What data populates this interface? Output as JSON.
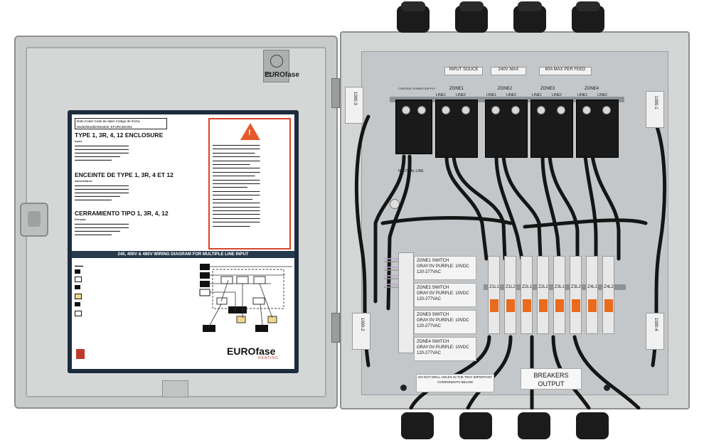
{
  "door": {
    "date_code": "Date Code/ Code de date/ Código de fecha:",
    "model": "Model/Modèle/Modelo: EFURCB24N4",
    "title_en": "TYPE 1, 3R, 4, 12 ENCLOSURE",
    "input_en": "Input:",
    "title_fr": "ENCEINTE DE TYPE 1, 3R, 4 ET 12",
    "input_fr": "Alimentation:",
    "title_es": "CERRAMIENTO TIPO 1, 3R, 4, 12",
    "input_es": "Entrada:",
    "wiring_banner": "240, 400V & 480V WIRING DIAGRAM FOR MULTIPLE LINE INPUT",
    "brand": "EUROfase",
    "brand_sub": "HEATING",
    "door_logo": "EUROfase"
  },
  "box": {
    "input_source": "INPUT SOUCE",
    "voltage_max": "240V MAX",
    "amps_max": "60A MAX PER FEED",
    "control_power": "CONTROL POWER SUPPLY",
    "zone1": "ZONE1",
    "zone2": "ZONE2",
    "zone3": "ZONE3",
    "zone4": "ZONE4",
    "line1": "LINE1",
    "line2": "LINE2",
    "neutral_line": "NEUTRAL LINE",
    "zone_switches": [
      "ZONE1 SWITCH\nGRAY:0V PURPLE: 10VDC\n120-277VAC",
      "ZONE2 SWITCH\nGRAY:0V PURPLE: 10VDC\n120-277VAC",
      "ZONE3 SWITCH\nGRAY:0V PURPLE: 10VDC\n120-277VAC",
      "ZONE4 SWITCH\nGRAY:0V PURPLE: 10VDC\n120-277VAC"
    ],
    "breaker_labels": [
      "Z1L1",
      "Z1L2",
      "Z2L1",
      "Z2L2",
      "Z3L1",
      "Z3L2",
      "Z4L1",
      "Z4L2"
    ],
    "notice": "DO NOT DRILL HOLES IN THE TRAY IMPORTANT COMPONENTS BELOW",
    "breakers_output": "BREAKERS OUTPUT",
    "side_tags": [
      "1000-3",
      "1000-1",
      "1000-2",
      "1000-4"
    ]
  }
}
